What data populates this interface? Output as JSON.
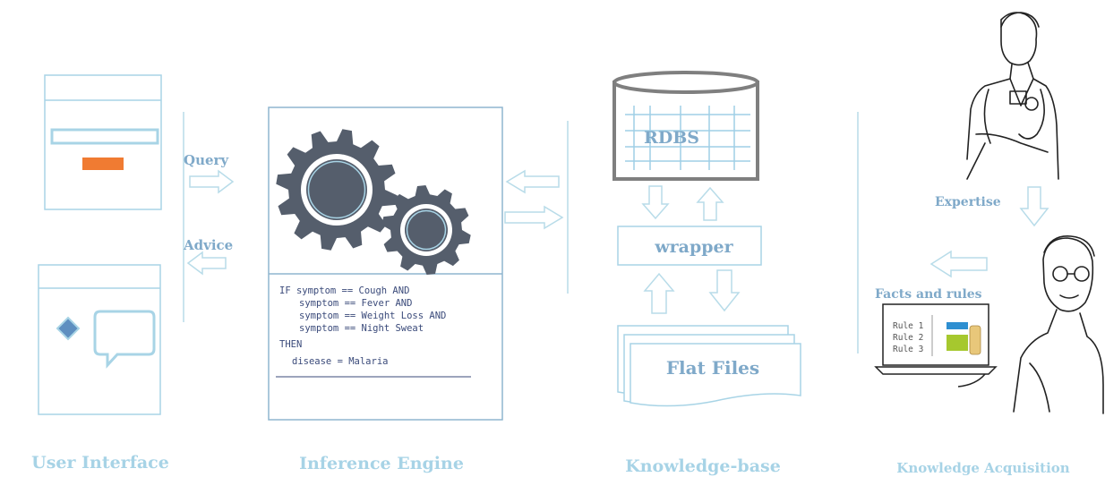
{
  "sections": {
    "user_interface": "User Interface",
    "inference_engine": "Inference Engine",
    "knowledge_base": "Knowledge-base",
    "knowledge_acquisition": "Knowledge Acquisition"
  },
  "flows": {
    "query": "Query",
    "advice": "Advice",
    "expertise": "Expertise",
    "facts_and_rules": "Facts and rules"
  },
  "knowledge_base": {
    "rdbs": "RDBS",
    "wrapper": "wrapper",
    "flat_files": "Flat Files"
  },
  "rule": {
    "lines": [
      "IF symptom == Cough AND",
      "symptom == Fever AND",
      "symptom == Weight Loss AND",
      "symptom == Night Sweat",
      "THEN",
      "disease = Malaria"
    ]
  },
  "laptop_rules": [
    "Rule 1",
    "Rule 2",
    "Rule 3"
  ],
  "colors": {
    "label_blue": "#7fa9c9",
    "light_label": "#a7d3e6",
    "box_border": "#a8d4e6",
    "arrow": "#b8dce9",
    "gear": "#555e6c",
    "orange": "#f07b32",
    "rdbs_border": "#7f7f7f",
    "grid": "#9fcfe6",
    "screen_blue": "#2e8fd1",
    "screen_green": "#a6c82e",
    "screen_yellow": "#e8c77a"
  }
}
